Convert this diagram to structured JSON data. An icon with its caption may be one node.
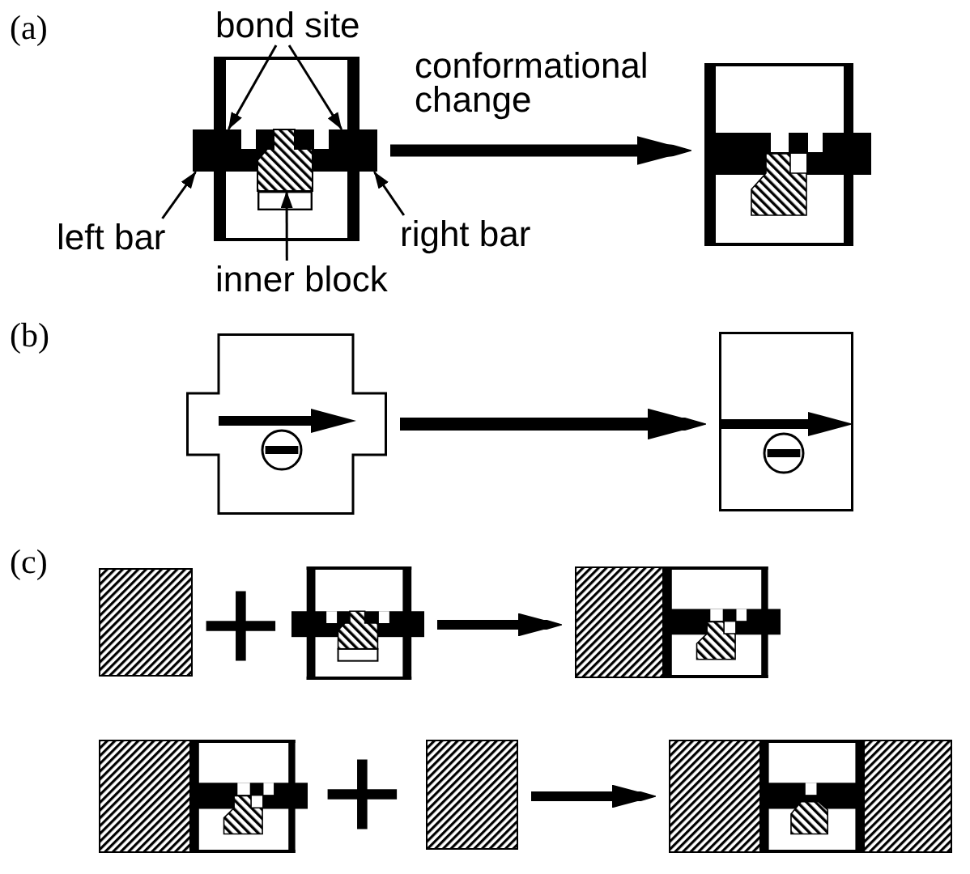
{
  "diagram": {
    "nodes": [
      {
        "text": [
          "bond site"
        ]
      },
      {
        "text": [],
        "shape": "box"
      },
      {
        "text": [],
        "shape": "bar"
      },
      {
        "text": [],
        "shape": "bar"
      },
      {
        "text": [],
        "shape": "box",
        "in": 1
      },
      {
        "text": [
          "left bar"
        ]
      },
      {
        "text": [
          "right bar"
        ]
      },
      {
        "text": [
          "inner block"
        ]
      },
      {
        "text": [],
        "shape": "picture"
      },
      {
        "text": [],
        "shape": "cross"
      },
      {
        "text": [],
        "shape": "box"
      },
      {
        "text": [],
        "shape": "box"
      },
      {
        "text": [],
        "shape": "picture"
      },
      {
        "text": [],
        "shape": "picture"
      },
      {
        "text": [],
        "shape": "picture"
      },
      {
        "text": [],
        "shape": "box"
      },
      {
        "text": [],
        "shape": "picture"
      }
    ],
    "edges": [
      {
        "from": 0,
        "to": 2,
        "arrow": "to"
      },
      {
        "from": 0,
        "to": 3,
        "arrow": "to"
      },
      {
        "from": 5,
        "to": 2,
        "arrow": "to"
      },
      {
        "from": 6,
        "to": 3,
        "arrow": "to"
      },
      {
        "from": 7,
        "to": 4,
        "arrow": "to"
      },
      {
        "from": 3,
        "to": 8,
        "arrow": "to",
        "label": "conformational change",
        "style": "thick"
      },
      {
        "from": 9,
        "to": 10,
        "arrow": "to",
        "style": "thick"
      },
      {
        "from": 12,
        "to": 13,
        "arrow": "to",
        "style": "thick"
      },
      {
        "from": 15,
        "to": 16,
        "arrow": "to",
        "style": "thick"
      }
    ],
    "labels": [
      "(a)",
      "(b)",
      "(c)",
      "+",
      "+"
    ]
  }
}
